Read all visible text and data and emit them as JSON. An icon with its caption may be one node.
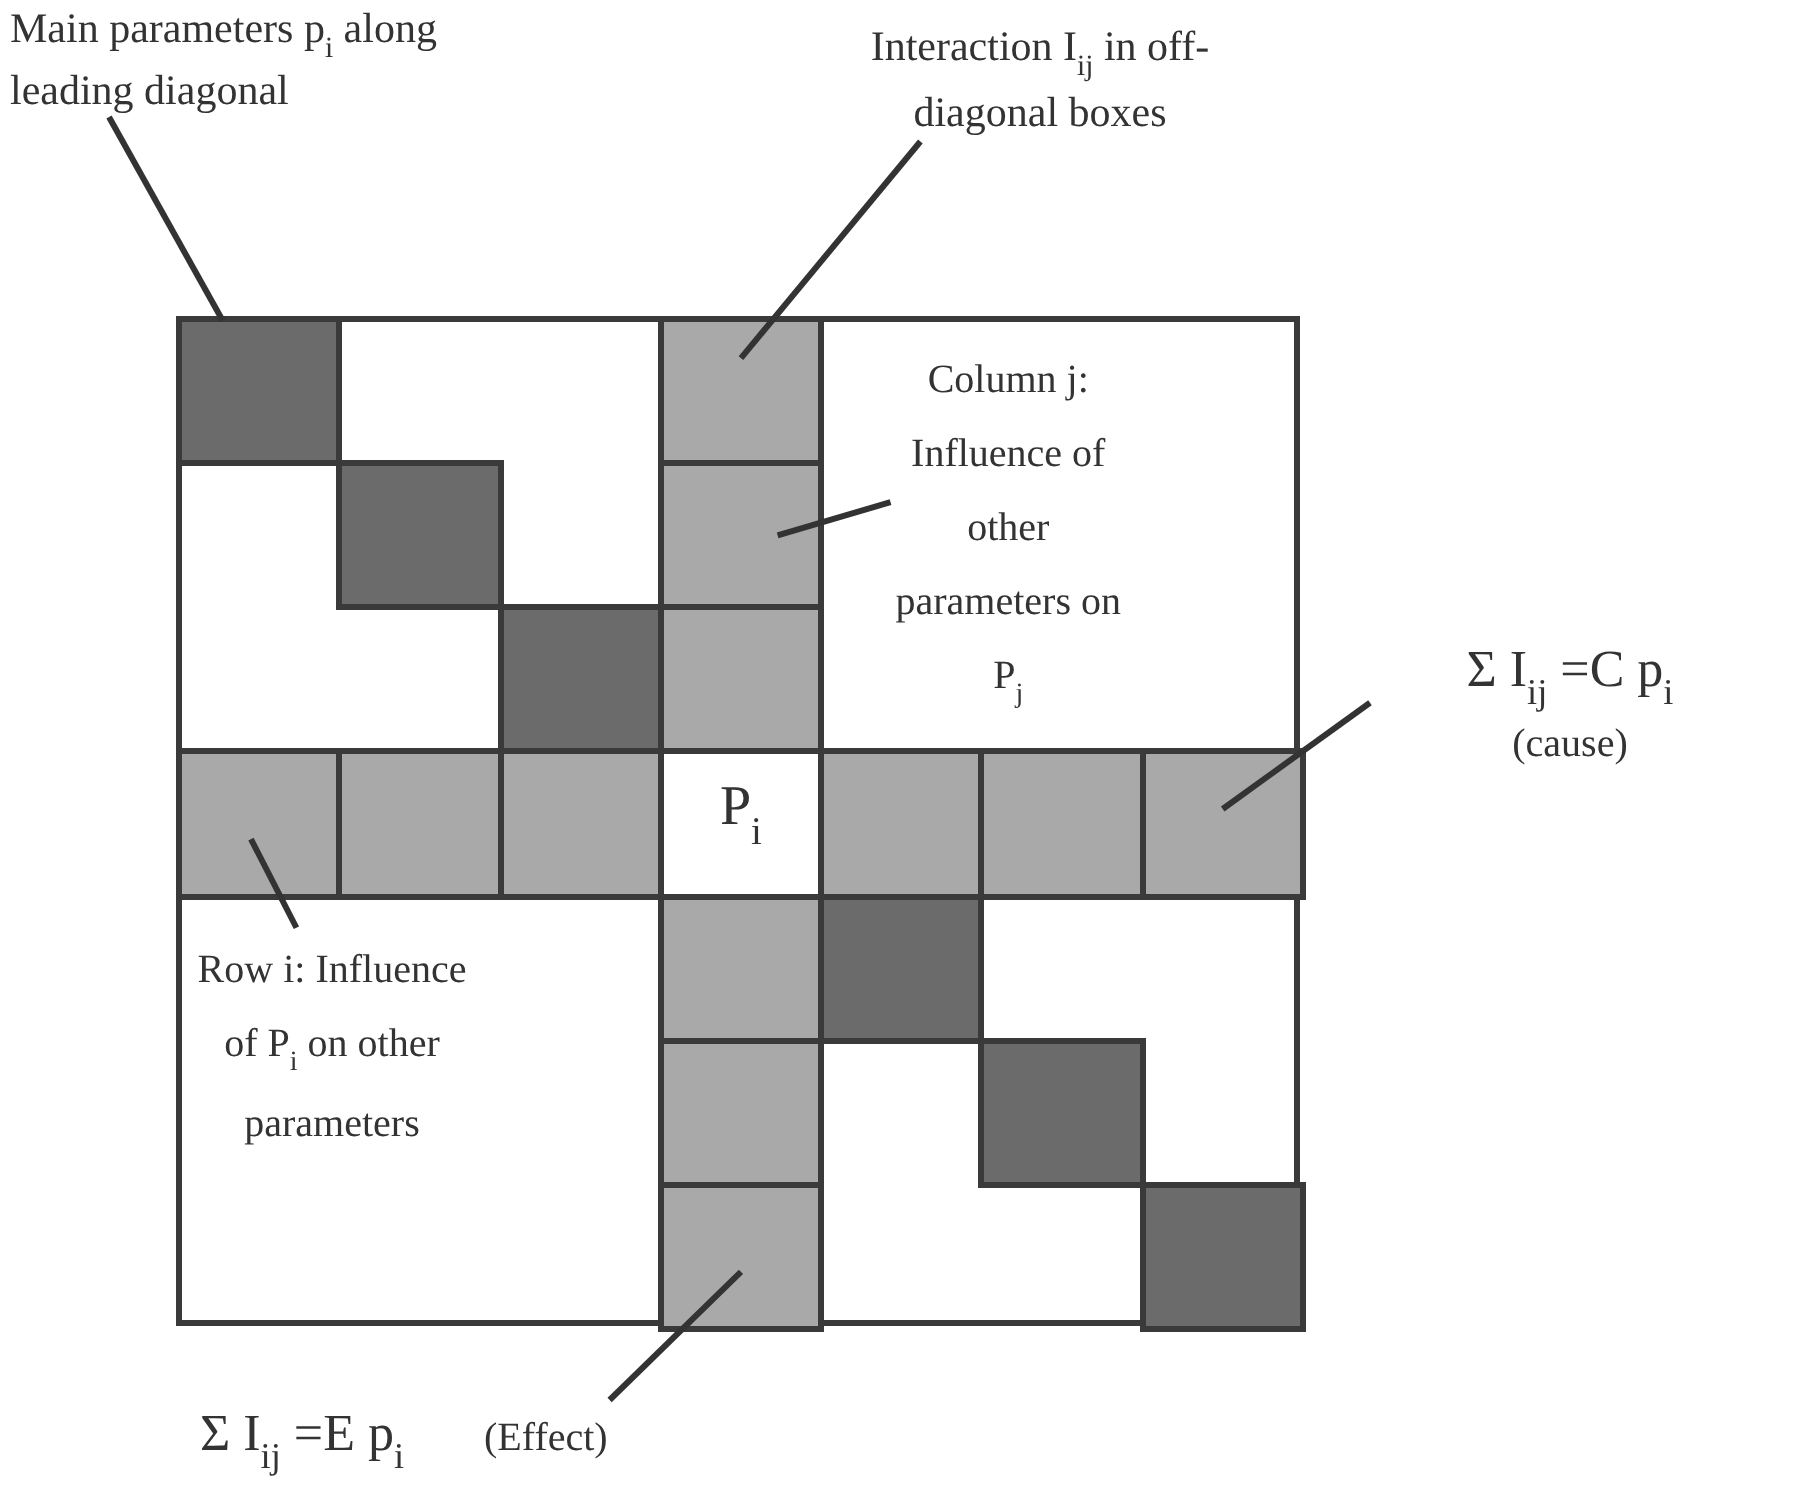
{
  "diagram": {
    "nodes": [
      {
        "text": [
          "Main parameters p$_{i}$ along leading diagonal"
        ]
      },
      {
        "text": [
          "Interaction I$_{ij}$ in off-diagonal boxes"
        ]
      },
      {
        "text": [],
        "shape": "box"
      },
      {
        "text": [],
        "shape": "box",
        "in": 2
      },
      {
        "text": [],
        "shape": "box",
        "in": 2
      },
      {
        "text": [
          "Column j: Influence of other parameters on P$_{j}$"
        ],
        "in": 2
      },
      {
        "text": [],
        "shape": "box",
        "in": 2
      },
      {
        "text": [],
        "shape": "box",
        "in": 2
      },
      {
        "text": [],
        "shape": "box",
        "in": 2
      },
      {
        "text": [],
        "shape": "box",
        "in": 2
      },
      {
        "text": [],
        "shape": "box",
        "in": 2
      },
      {
        "text": [],
        "shape": "box",
        "in": 2
      },
      {
        "text": [],
        "shape": "box",
        "in": 2
      },
      {
        "text": [
          "P$_{i}$"
        ],
        "in": 2
      },
      {
        "text": [],
        "shape": "box",
        "in": 2
      },
      {
        "text": [],
        "shape": "box",
        "in": 2
      },
      {
        "text": [],
        "shape": "box",
        "in": 2
      },
      {
        "text": [
          "Σ I$_{ij}$ =C p$_{i}$",
          "(cause)"
        ]
      },
      {
        "text": [
          "Row i: Influence of P$_{i}$ on other parameters"
        ],
        "in": 2
      },
      {
        "text": [],
        "shape": "box",
        "in": 2
      },
      {
        "text": [],
        "shape": "box",
        "in": 2
      },
      {
        "text": [],
        "shape": "box",
        "in": 2
      },
      {
        "text": [],
        "shape": "box",
        "in": 2
      },
      {
        "text": [],
        "shape": "box",
        "in": 2
      },
      {
        "text": [],
        "shape": "box",
        "in": 2
      },
      {
        "text": [
          "Σ I$_{ij}$ =E p$_{i}$",
          "(Effect)"
        ]
      }
    ],
    "edges": [
      {
        "from": 0,
        "to": 3,
        "arrow": "none"
      },
      {
        "from": 1,
        "to": 4,
        "arrow": "none"
      },
      {
        "from": 5,
        "to": 7,
        "arrow": "none"
      },
      {
        "from": 17,
        "to": 16,
        "arrow": "none"
      },
      {
        "from": 18,
        "to": 10,
        "arrow": "none"
      },
      {
        "from": 25,
        "to": 23,
        "arrow": "none"
      }
    ]
  }
}
